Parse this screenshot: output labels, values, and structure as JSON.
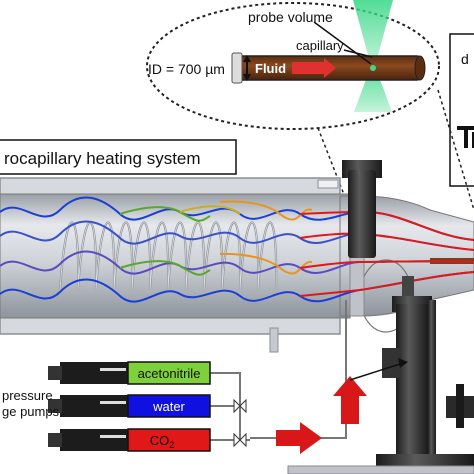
{
  "zoom_callout": {
    "probe_volume_label": "probe volume",
    "capillary_label": "capillary",
    "id_label": "ID = 700 µm",
    "fluid_label": "Fluid",
    "partial_right_label": "d"
  },
  "system_title": "rocapillary heating system",
  "reservoirs": [
    {
      "label": "acetonitrile",
      "color": "#7fd13b"
    },
    {
      "label": "water",
      "color": "#1010e0"
    },
    {
      "label": "CO",
      "subscript": "2",
      "color": "#e01818"
    }
  ],
  "pump_labels": [
    "pressure",
    "ge pumps"
  ],
  "colors": {
    "capillary_fill": "#7b3f1a",
    "laser_green": "#3fd98a",
    "flow_arrow": "#d81818",
    "heater_body": "#c8ccd2"
  }
}
